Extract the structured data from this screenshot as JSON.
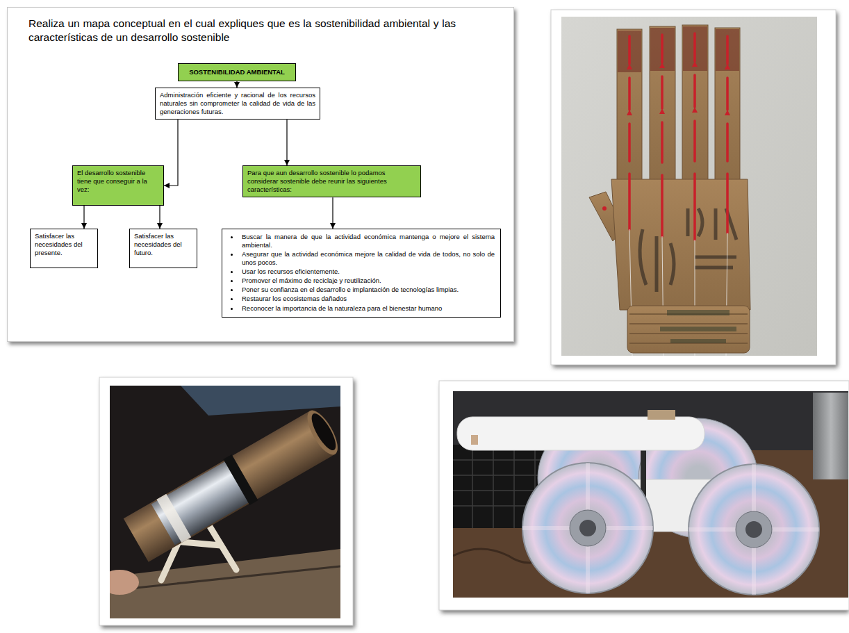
{
  "diagram": {
    "title": "Realiza un mapa conceptual en el cual expliques que es la sostenibilidad ambiental y las características de un desarrollo sostenible",
    "nodes": [
      {
        "text": [
          "SOSTENIBILIDAD AMBIENTAL"
        ]
      },
      {
        "text": [
          "Administración eficiente y racional de los recursos naturales sin comprometer la calidad de vida de las generaciones futuras."
        ]
      },
      {
        "text": [
          "El desarrollo sostenible tiene que conseguir a la vez:"
        ]
      },
      {
        "text": [
          "Para que aun desarrollo sostenible lo podamos considerar sostenible debe reunir las siguientes características:"
        ]
      },
      {
        "text": [
          "Satisfacer las necesidades del presente."
        ]
      },
      {
        "text": [
          "Satisfacer las necesidades del futuro."
        ]
      },
      {
        "text": [
          "Buscar la manera de que la actividad económica mantenga o mejore el sistema ambiental.",
          "Asegurar que la actividad económica mejore la calidad de vida de todos, no solo de unos pocos.",
          "Usar los recursos eficientemente.",
          "Promover el máximo de reciclaje y reutilización.",
          "Poner su confianza en el desarrollo e implantación de tecnologías limpias.",
          "Restaurar los ecosistemas dañados",
          "Reconocer la importancia de la naturaleza para el bienestar humano"
        ]
      }
    ],
    "edges": [
      {
        "from": 0,
        "to": 1,
        "arrow": "to"
      },
      {
        "from": 1,
        "to": 2,
        "arrow": "to"
      },
      {
        "from": 1,
        "to": 3,
        "arrow": "to"
      },
      {
        "from": 2,
        "to": 4,
        "arrow": "to"
      },
      {
        "from": 2,
        "to": 5,
        "arrow": "to"
      },
      {
        "from": 3,
        "to": 6,
        "arrow": "to"
      }
    ]
  }
}
